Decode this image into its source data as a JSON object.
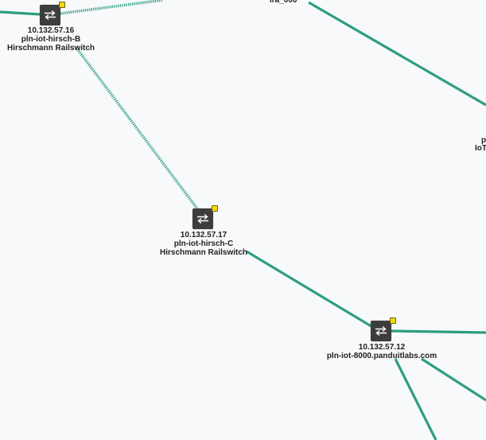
{
  "colors": {
    "link": "#2e9e80",
    "device": "#3d3d3d",
    "status": "#ffd400",
    "background": "#f7f9fb"
  },
  "nodes": [
    {
      "id": "hirsch-b",
      "ip": "10.132.57.16",
      "hostname": "pln-iot-hirsch-B",
      "model": "Hirschmann Railswitch",
      "icon": "switch-arrows-icon",
      "status": "yellow"
    },
    {
      "id": "hirsch-c",
      "ip": "10.132.57.17",
      "hostname": "pln-iot-hirsch-C",
      "model": "Hirschmann Railswitch",
      "icon": "switch-arrows-icon",
      "status": "yellow"
    },
    {
      "id": "iot-8000",
      "ip": "10.132.57.12",
      "hostname": "pln-iot-8000.panduitlabs.com",
      "model": "",
      "icon": "switch-arrows-icon",
      "status": "yellow"
    }
  ],
  "partial_labels": {
    "top_center": "ira_000",
    "right_edge_1": "p",
    "right_edge_2": "IoT"
  }
}
